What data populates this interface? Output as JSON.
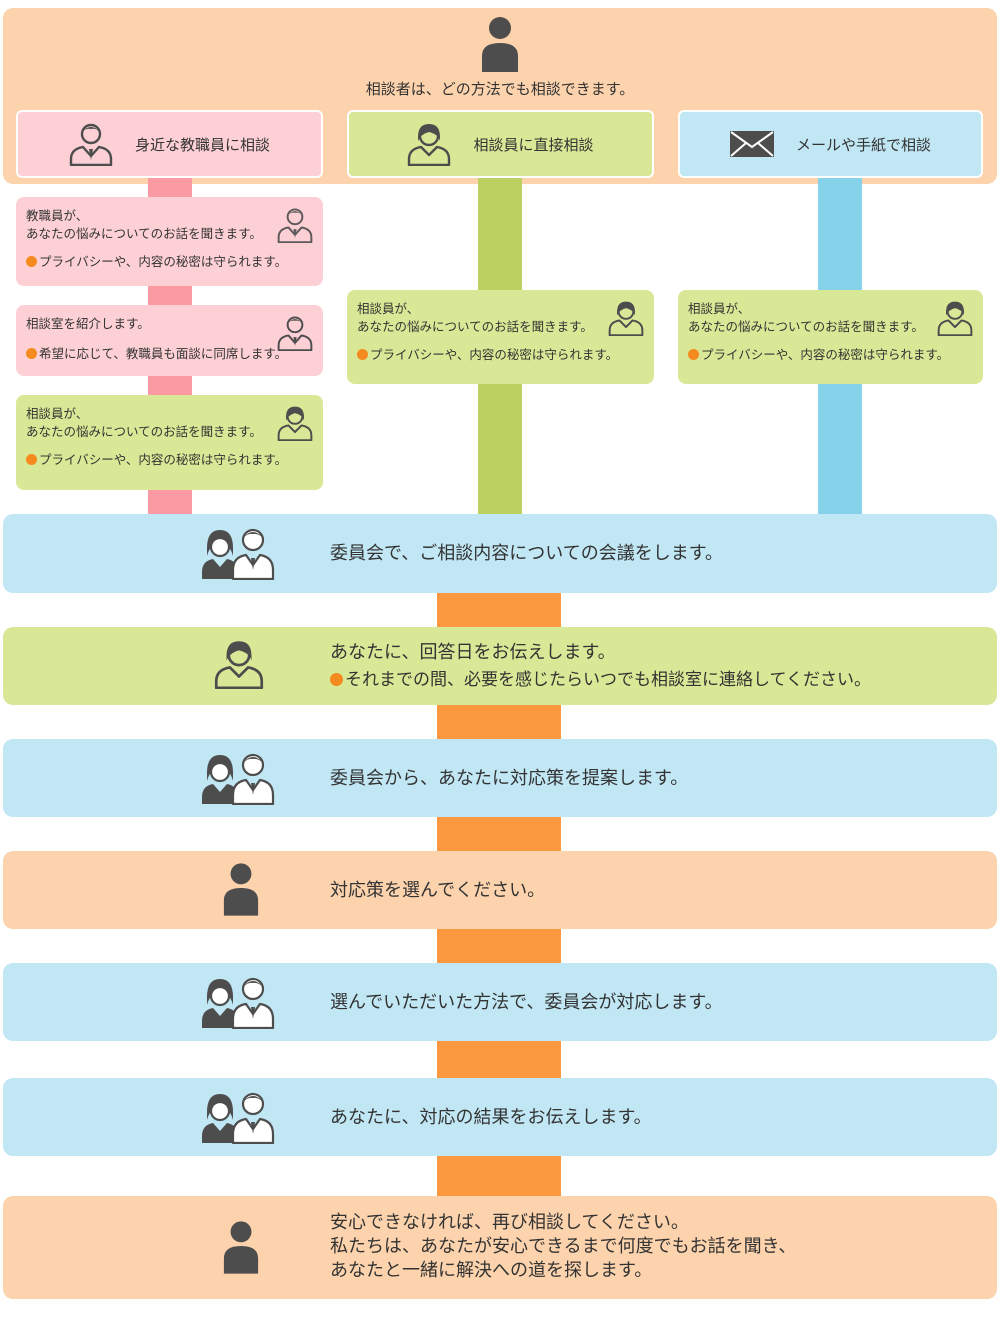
{
  "top": {
    "caption": "相談者は、どの方法でも相談できます。"
  },
  "methods": [
    {
      "label": "身近な教職員に相談",
      "icon": "teacher-icon",
      "color": "#fdd0d5"
    },
    {
      "label": "相談員に直接相談",
      "icon": "counselor-icon",
      "color": "#d9e896"
    },
    {
      "label": "メールや手紙で相談",
      "icon": "envelope-icon",
      "color": "#c1e6f4"
    }
  ],
  "cards": {
    "teacher_hears": {
      "line1": "教職員が、",
      "line2": "あなたの悩みについてのお話を聞きます。",
      "note": "プライバシーや、内容の秘密は守られます。"
    },
    "teacher_refer": {
      "line1": "相談室を紹介します。",
      "note": "希望に応じて、教職員も面談に同席します。"
    },
    "counselor_after_referral": {
      "line1": "相談員が、",
      "line2": "あなたの悩みについてのお話を聞きます。",
      "note": "プライバシーや、内容の秘密は守られます。"
    },
    "counselor_direct": {
      "line1": "相談員が、",
      "line2": "あなたの悩みについてのお話を聞きます。",
      "note": "プライバシーや、内容の秘密は守られます。"
    },
    "counselor_mail": {
      "line1": "相談員が、",
      "line2": "あなたの悩みについてのお話を聞きます。",
      "note": "プライバシーや、内容の秘密は守られます。"
    }
  },
  "steps": [
    {
      "text": "委員会で、ご相談内容についての会議をします。",
      "icon": "committee-icon"
    },
    {
      "text": "あなたに、回答日をお伝えします。",
      "note": "それまでの間、必要を感じたらいつでも相談室に連絡してください。",
      "icon": "counselor-icon"
    },
    {
      "text": "委員会から、あなたに対応策を提案します。",
      "icon": "committee-icon"
    },
    {
      "text": "対応策を選んでください。",
      "icon": "person-icon"
    },
    {
      "text": "選んでいただいた方法で、委員会が対応します。",
      "icon": "committee-icon"
    },
    {
      "text": "あなたに、対応の結果をお伝えします。",
      "icon": "committee-icon"
    },
    {
      "line1": "安心できなければ、再び相談してください。",
      "line2": "私たちは、あなたが安心できるまで何度でもお話を聞き、",
      "line3": "あなたと一緒に解決への道を探します。",
      "icon": "person-icon"
    }
  ],
  "colors": {
    "orange_panel": "#fcd3ad",
    "pink_box": "#fdd0d5",
    "pink_connector": "#fc9aa3",
    "green_box": "#d9e896",
    "green_connector": "#bad160",
    "blue_box": "#c1e6f4",
    "blue_connector": "#85d2ea",
    "orange_connector": "#fb9941",
    "bullet": "#f58a1f",
    "icon": "#4d4d4d"
  }
}
